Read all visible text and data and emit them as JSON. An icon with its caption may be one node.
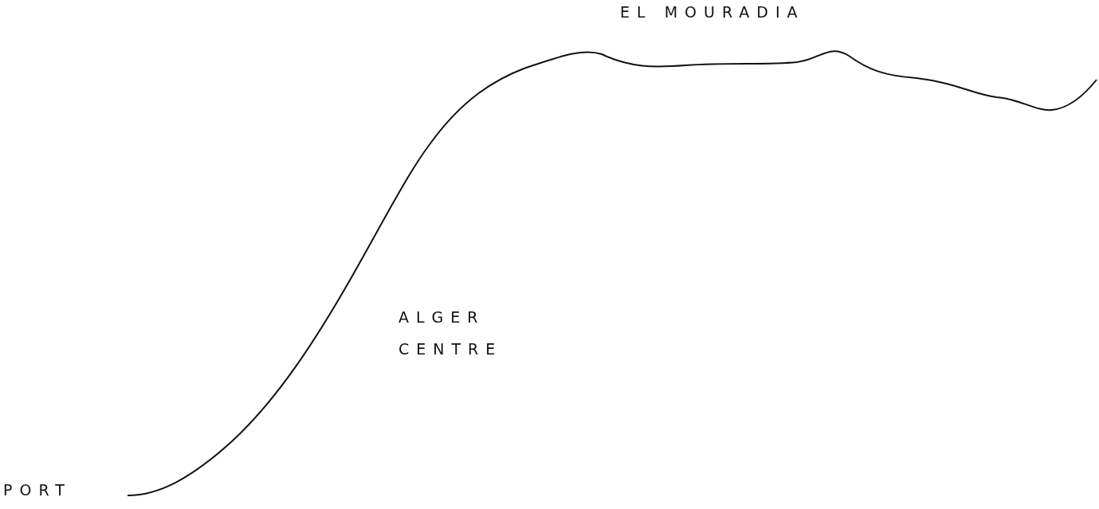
{
  "diagram": {
    "labels": [
      "EL MOURADIA",
      "ALGER CENTRE",
      "PORT"
    ]
  }
}
